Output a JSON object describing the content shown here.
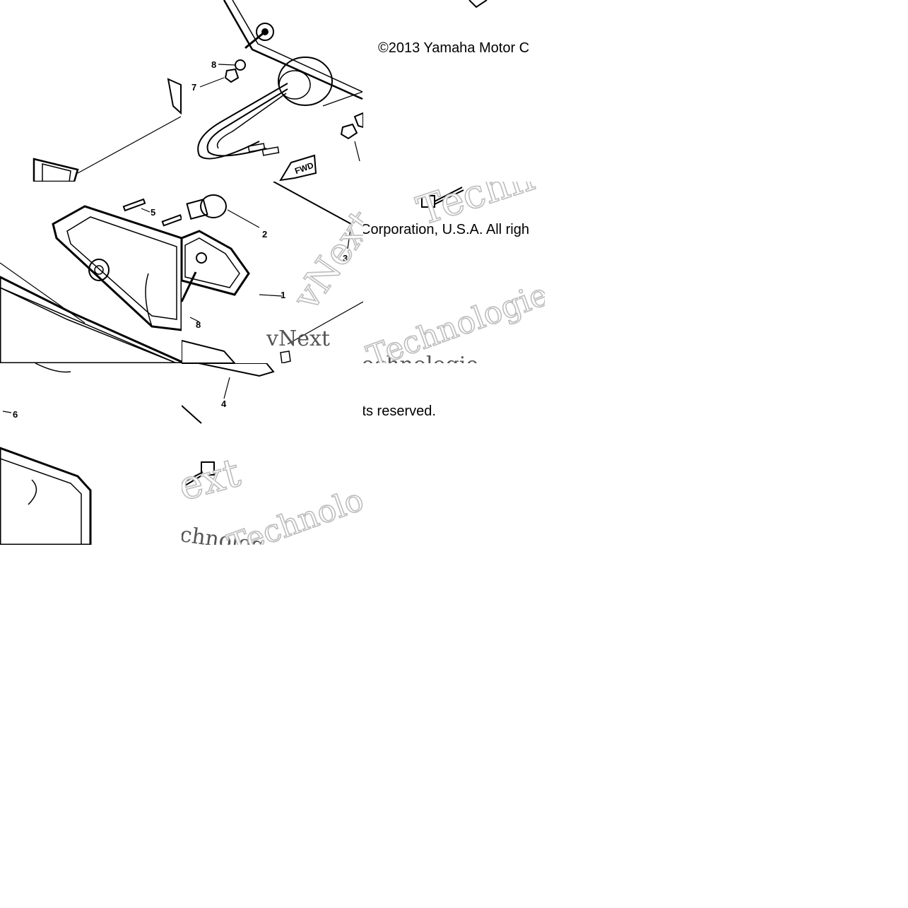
{
  "copyright": {
    "line1": "©2013 Yamaha Motor C",
    "line2": "Corporation, U.S.A. All righ",
    "line3": "its reserved."
  },
  "watermark": {
    "brand": "vNext",
    "word": "Technologie",
    "fragment_techn": "Techn",
    "fragment_ext": "ext",
    "fragment_chnolog": "chnolog"
  },
  "diagram": {
    "callouts": [
      "1",
      "2",
      "3",
      "4",
      "5",
      "6",
      "7",
      "8"
    ],
    "fwd_label": "FWD"
  }
}
